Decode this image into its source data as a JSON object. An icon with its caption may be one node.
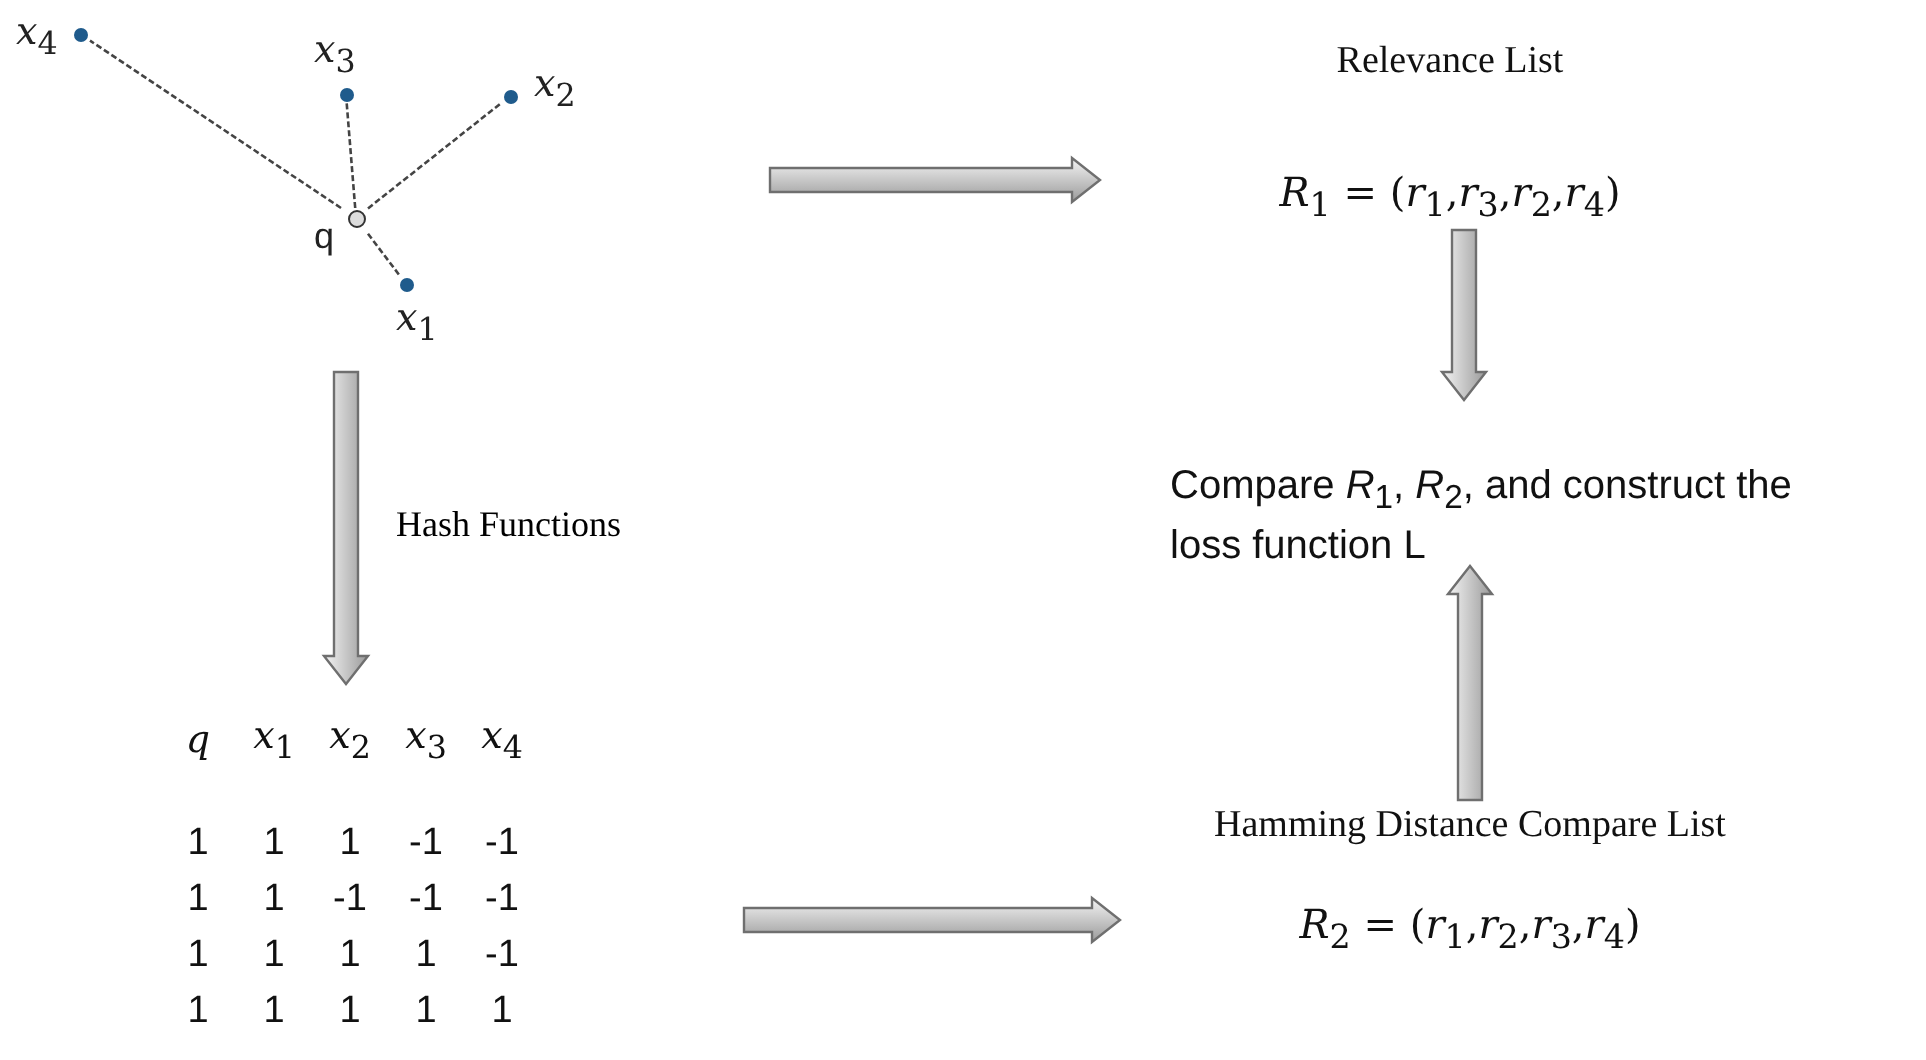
{
  "diagram": {
    "nodes": [
      {
        "text": [],
        "shape": "picture"
      },
      {
        "text": [
          "q"
        ],
        "in": 0
      },
      {
        "text": [
          "*x*$_{1}$"
        ],
        "in": 0
      },
      {
        "text": [
          "*x*$_{2}$"
        ],
        "in": 0
      },
      {
        "text": [
          "*x*$_{3}$"
        ],
        "in": 0
      },
      {
        "text": [
          "*x*$_{4}$"
        ],
        "in": 0
      },
      {
        "text": [
          "Relevance List",
          "*R*$_{1}$ = (*r*$_{1}$,*r*$_{3}$,*r*$_{2}$,*r*$_{4}$)"
        ]
      },
      {
        "text": [
          "Compare *R*$_{1}$, *R*$_{2}$, and construct the loss function L"
        ]
      },
      {
        "text": [
          "*q*",
          "*x*$_{1}$",
          "*x*$_{2}$",
          "*x*$_{3}$",
          "*x*$_{4}$",
          "1",
          "1",
          "1",
          "-1",
          "-1",
          "1",
          "1",
          "-1",
          "-1",
          "-1",
          "1",
          "1",
          "1",
          "1",
          "-1",
          "1",
          "1",
          "1",
          "1",
          "1"
        ]
      },
      {
        "text": [
          "Hamming Distance Compare List",
          "*R*$_{2}$ = (*r*$_{1}$,*r*$_{2}$,*r*$_{3}$,*r*$_{4}$)"
        ]
      }
    ],
    "edges": [
      {
        "from": 1,
        "to": 2,
        "arrow": "none",
        "style": "dashed"
      },
      {
        "from": 1,
        "to": 3,
        "arrow": "none",
        "style": "dashed"
      },
      {
        "from": 1,
        "to": 4,
        "arrow": "none",
        "style": "dashed"
      },
      {
        "from": 1,
        "to": 5,
        "arrow": "none",
        "style": "dashed"
      },
      {
        "from": 0,
        "to": 6,
        "arrow": "to",
        "style": "thick"
      },
      {
        "from": 0,
        "to": 8,
        "arrow": "to",
        "style": "thick",
        "label": "Hash Functions"
      },
      {
        "from": 6,
        "to": 7,
        "arrow": "to",
        "style": "thick"
      },
      {
        "from": 9,
        "to": 7,
        "arrow": "to",
        "style": "thick"
      },
      {
        "from": 8,
        "to": 9,
        "arrow": "to",
        "style": "thick"
      }
    ]
  }
}
